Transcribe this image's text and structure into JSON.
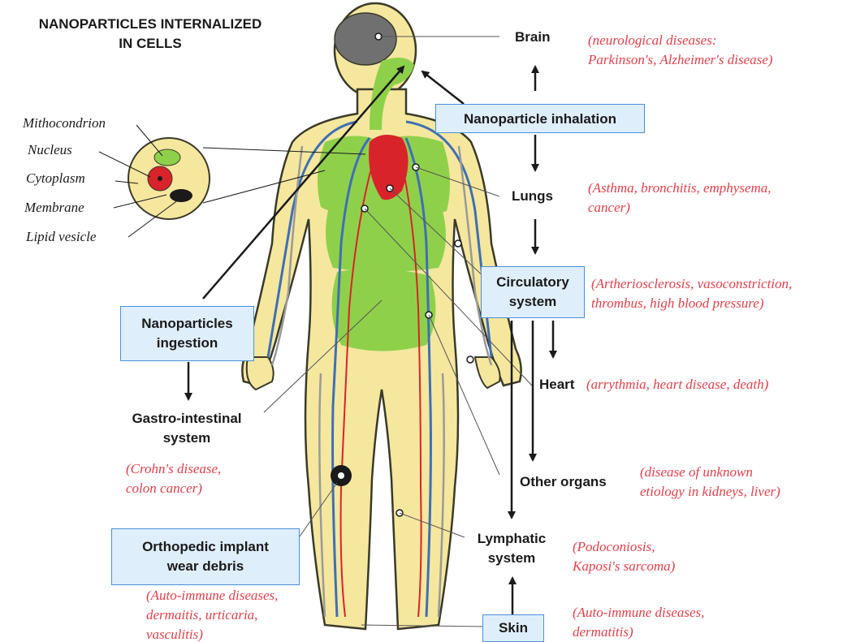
{
  "title_lines": [
    "NANOPARTICLES INTERNALIZED",
    "IN CELLS"
  ],
  "cell_parts": [
    "Mithocondrion",
    "Nucleus",
    "Cytoplasm",
    "Membrane",
    "Lipid vesicle"
  ],
  "routes": {
    "inhalation": "Nanoparticle inhalation",
    "ingestion": [
      "Nanoparticles",
      "ingestion"
    ],
    "circulatory": [
      "Circulatory",
      "system"
    ],
    "implant": [
      "Orthopedic implant",
      "wear debris"
    ],
    "skin": "Skin"
  },
  "organs": {
    "brain": "Brain",
    "lungs": "Lungs",
    "heart": "Heart",
    "other": "Other organs",
    "lymphatic": [
      "Lymphatic",
      "system"
    ],
    "gi": [
      "Gastro-intestinal",
      "system"
    ]
  },
  "diseases": {
    "brain": [
      "(neurological diseases:",
      "Parkinson's, Alzheimer's disease)"
    ],
    "lungs": [
      "(Asthma, bronchitis, emphysema,",
      "cancer)"
    ],
    "circulatory": [
      "(Artheriosclerosis, vasoconstriction,",
      "thrombus, high blood pressure)"
    ],
    "heart": "(arrythmia, heart disease, death)",
    "other": [
      "(disease of unknown",
      "etiology in kidneys, liver)"
    ],
    "lymphatic": [
      "(Podoconiosis,",
      "Kaposi's sarcoma)"
    ],
    "gi": [
      "(Crohn's disease,",
      "colon cancer)"
    ],
    "implant": [
      "(Auto-immune diseases,",
      "dermaitis, urticaria,",
      "vasculitis)"
    ],
    "skin": [
      "(Auto-immune diseases,",
      "dermatitis)"
    ]
  },
  "colors": {
    "body": "#f5e79e",
    "body_outline": "#3a3a2a",
    "organ_green": "#8fd04a",
    "heart_red": "#d8232a",
    "vein_blue": "#3f6fb5",
    "brain_gray": "#707070",
    "box_fill": "#dfeefb",
    "box_border": "#4a90d9",
    "disease_text": "#e0404a"
  }
}
